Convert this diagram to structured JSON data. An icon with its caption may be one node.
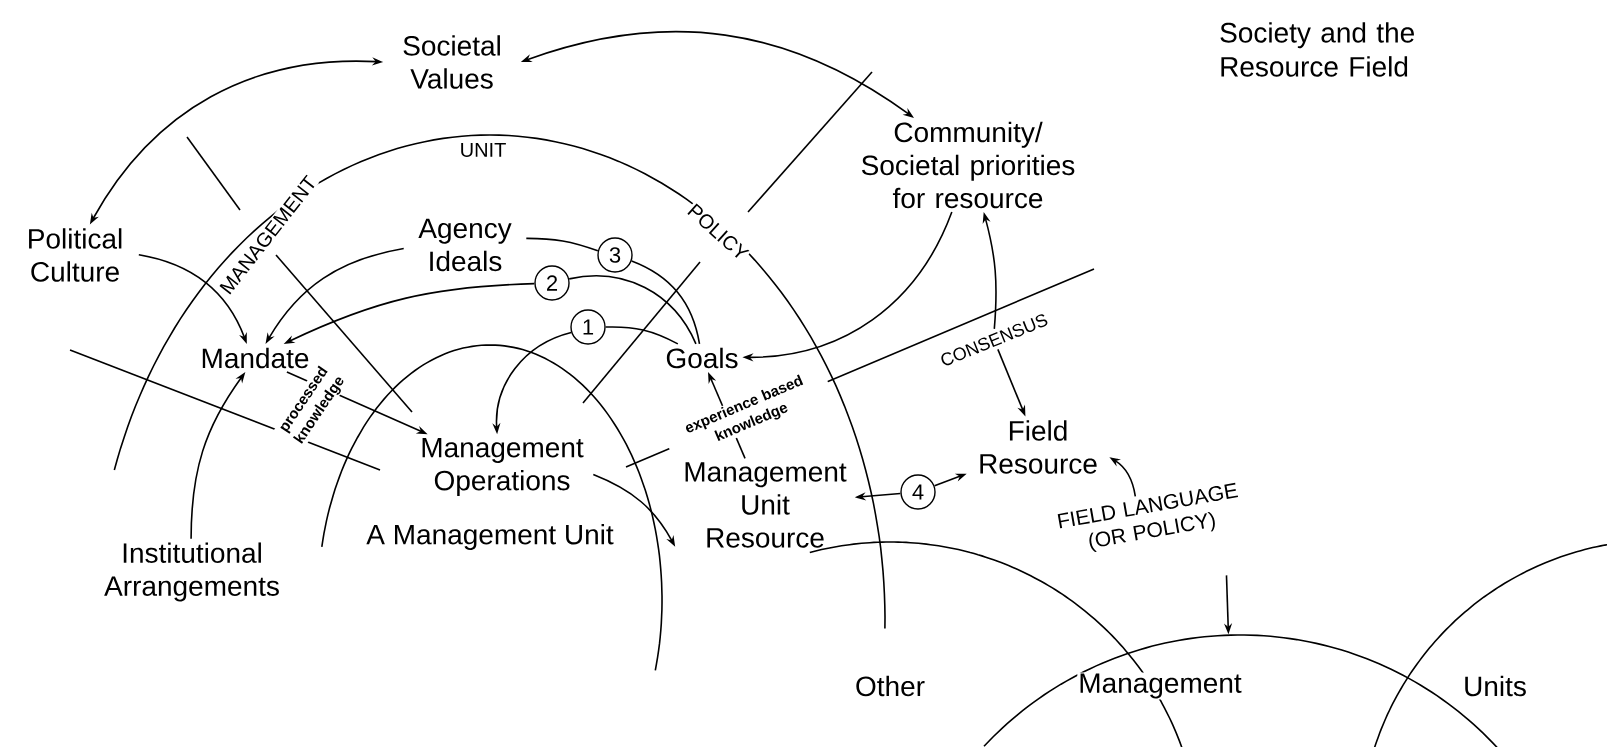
{
  "diagram": {
    "title": "Society and the Resource Field",
    "nodes": [
      {
        "text": [
          "Societal Values"
        ]
      },
      {
        "text": [
          "Community/ Societal priorities for resource"
        ]
      },
      {
        "text": [
          "Political Culture"
        ]
      },
      {
        "text": [
          "Agency Ideals"
        ]
      },
      {
        "text": [
          "3"
        ]
      },
      {
        "text": [
          "2"
        ]
      },
      {
        "text": [
          "Mandate"
        ]
      },
      {
        "text": [
          "1"
        ]
      },
      {
        "text": [
          "Goals"
        ]
      },
      {
        "text": [
          "CONSENSUS"
        ]
      },
      {
        "text": [
          "Management Operations"
        ]
      },
      {
        "text": [
          "Field Resource"
        ]
      },
      {
        "text": [
          "Management Unit Resource"
        ]
      },
      {
        "text": [
          "4"
        ]
      },
      {
        "text": [
          "FIELD LANGUAGE (OR POLICY)"
        ]
      },
      {
        "text": [
          "Institutional Arrangements"
        ]
      },
      {
        "text": [],
        "shape": "circle"
      },
      {
        "text": [],
        "shape": "circle"
      },
      {
        "text": [],
        "shape": "circle"
      }
    ],
    "edges": [
      {
        "from": 0,
        "to": 2,
        "arrow": "both"
      },
      {
        "from": 0,
        "to": 1,
        "arrow": "both"
      },
      {
        "from": 2,
        "to": 6,
        "arrow": "to"
      },
      {
        "from": 15,
        "to": 6,
        "arrow": "to"
      },
      {
        "from": 3,
        "to": 6,
        "arrow": "to"
      },
      {
        "from": 5,
        "to": 6,
        "arrow": "to"
      },
      {
        "from": 5,
        "to": 8,
        "arrow": "none"
      },
      {
        "from": 3,
        "to": 4,
        "arrow": "none"
      },
      {
        "from": 4,
        "to": 8,
        "arrow": "none"
      },
      {
        "from": 8,
        "to": 7,
        "arrow": "none"
      },
      {
        "from": 7,
        "to": 10,
        "arrow": "to"
      },
      {
        "from": 6,
        "to": 10,
        "arrow": "to",
        "label": "processed knowledge"
      },
      {
        "from": 10,
        "to": 12,
        "arrow": "to"
      },
      {
        "from": 12,
        "to": 8,
        "arrow": "to",
        "label": "experience based knowledge"
      },
      {
        "from": 1,
        "to": 8,
        "arrow": "to"
      },
      {
        "from": 9,
        "to": 1,
        "arrow": "to"
      },
      {
        "from": 9,
        "to": 11,
        "arrow": "to"
      },
      {
        "from": 13,
        "to": 12,
        "arrow": "to"
      },
      {
        "from": 13,
        "to": 11,
        "arrow": "to"
      },
      {
        "from": 14,
        "to": 11,
        "arrow": "to"
      },
      {
        "from": 14,
        "to": 17,
        "arrow": "to"
      }
    ],
    "labels": [
      "UNIT",
      "MANAGEMENT",
      "POLICY",
      "A Management Unit",
      "Other",
      "Management",
      "Units"
    ]
  }
}
